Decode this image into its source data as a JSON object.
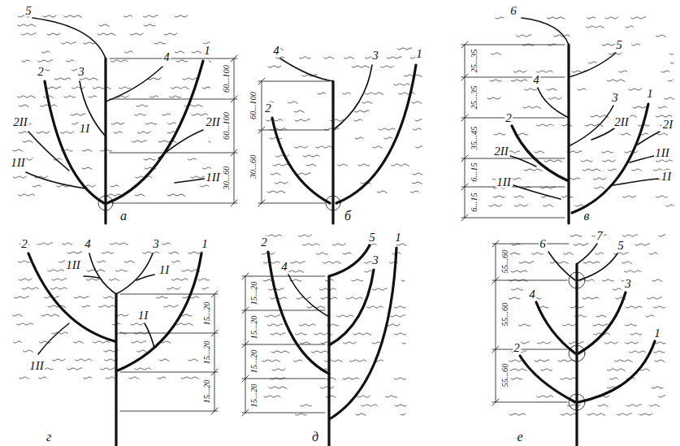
{
  "diagram": {
    "labels": [
      "5",
      "4",
      "3",
      "2",
      "2II",
      "1II",
      "1I",
      "1",
      "2II",
      "1II",
      "60...100",
      "60...100",
      "30...60",
      "а",
      "4",
      "3",
      "2",
      "1",
      "60...100",
      "30...60",
      "б",
      "6",
      "5",
      "4",
      "3",
      "2",
      "2II",
      "1II",
      "2II",
      "1",
      "2I",
      "1II",
      "1I",
      "25...35",
      "25...35",
      "35...45",
      "6...15",
      "6...15",
      "в",
      "2",
      "4",
      "1II",
      "3",
      "1I",
      "1",
      "1I",
      "1II",
      "15...20",
      "15...20",
      "15...20",
      "г",
      "5",
      "4",
      "3",
      "2",
      "1",
      "15...20",
      "15...20",
      "15...20",
      "15...20",
      "д",
      "7",
      "6",
      "5",
      "4",
      "3",
      "2",
      "1",
      "55...60",
      "55...60",
      "55...60",
      "е"
    ]
  }
}
